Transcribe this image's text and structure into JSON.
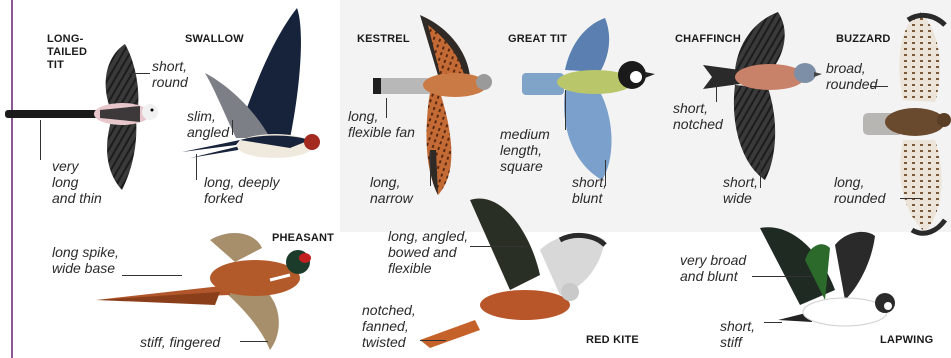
{
  "birds": {
    "long_tailed_tit": {
      "name_line1": "LONG-",
      "name_line2": "TAILED",
      "name_line3": "TIT",
      "wing": "short, round",
      "tail": "very long and thin"
    },
    "swallow": {
      "name": "SWALLOW",
      "wing": "slim, angled",
      "tail": "long, deeply forked"
    },
    "kestrel": {
      "name": "KESTREL",
      "tail": "long, flexible fan",
      "wing": "long, narrow"
    },
    "great_tit": {
      "name": "GREAT TIT",
      "tail": "medium length, square",
      "wing": "short, blunt"
    },
    "chaffinch": {
      "name": "CHAFFINCH",
      "tail": "short, notched",
      "wing": "short, wide"
    },
    "buzzard": {
      "name": "BUZZARD",
      "tail": "broad, rounded",
      "wing": "long, rounded"
    },
    "pheasant": {
      "name": "PHEASANT",
      "tail": "long spike, wide base",
      "wing": "stiff, fingered"
    },
    "red_kite": {
      "name": "RED KITE",
      "wing": "long, angled, bowed and flexible",
      "tail": "notched, fanned, twisted"
    },
    "lapwing": {
      "name": "LAPWING",
      "wing": "very broad and blunt",
      "tail": "short, stiff"
    }
  },
  "colors": {
    "divider": "#8a5a97",
    "panel": "#f3f3f3",
    "text": "#2a2a2a"
  },
  "text": {
    "ltt_wing_l1": "short,",
    "ltt_wing_l2": "round",
    "ltt_tail_l1": "very",
    "ltt_tail_l2": "long",
    "ltt_tail_l3": "and thin",
    "sw_wing_l1": "slim,",
    "sw_wing_l2": "angled",
    "sw_tail_l1": "long, deeply",
    "sw_tail_l2": "forked",
    "ke_tail_l1": "long,",
    "ke_tail_l2": "flexible fan",
    "ke_wing_l1": "long,",
    "ke_wing_l2": "narrow",
    "gt_tail_l1": "medium",
    "gt_tail_l2": "length,",
    "gt_tail_l3": "square",
    "gt_wing_l1": "short,",
    "gt_wing_l2": "blunt",
    "ch_tail_l1": "short,",
    "ch_tail_l2": "notched",
    "ch_wing_l1": "short,",
    "ch_wing_l2": "wide",
    "bz_tail_l1": "broad,",
    "bz_tail_l2": "rounded",
    "bz_wing_l1": "long,",
    "bz_wing_l2": "rounded",
    "ph_tail_l1": "long spike,",
    "ph_tail_l2": "wide base",
    "ph_wing": "stiff, fingered",
    "rk_wing_l1": "long, angled,",
    "rk_wing_l2": "bowed and",
    "rk_wing_l3": "flexible",
    "rk_tail_l1": "notched,",
    "rk_tail_l2": "fanned,",
    "rk_tail_l3": "twisted",
    "lw_wing_l1": "very broad",
    "lw_wing_l2": "and blunt",
    "lw_tail_l1": "short,",
    "lw_tail_l2": "stiff"
  }
}
